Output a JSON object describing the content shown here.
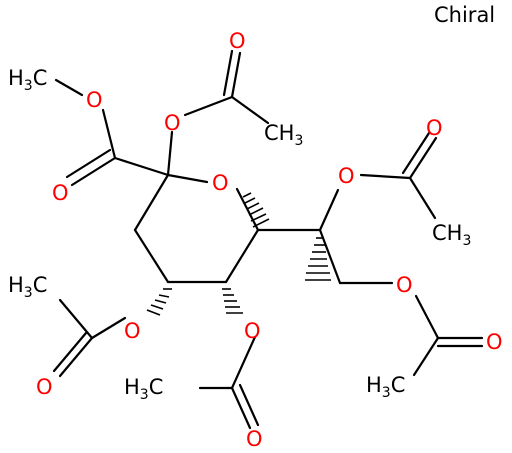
{
  "chiral_label": "Chiral",
  "atom_labels": {
    "ring_oxygen": "O",
    "ester_oxygen": "O",
    "carbonyl_oxygen": "O",
    "oac_c2_oxygen": "O",
    "oac_c2_carbonyl": "O",
    "oac_side1_oxygen": "O",
    "oac_side1_carbonyl": "O",
    "oac_side2_oxygen": "O",
    "oac_side2_carbonyl": "O",
    "oac_c4_oxygen": "O",
    "oac_c4_carbonyl": "O",
    "oac_c5_oxygen": "O",
    "oac_c5_carbonyl": "O"
  },
  "methyl_groups": {
    "methyl_ester": {
      "main": "H",
      "sub": "3",
      "tail": "C"
    },
    "acetyl_c2": {
      "main": "CH",
      "sub": "3"
    },
    "acetyl_side1": {
      "main": "CH",
      "sub": "3"
    },
    "acetyl_c4": {
      "main": "H",
      "sub": "3",
      "tail": "C"
    },
    "acetyl_c5": {
      "main": "H",
      "sub": "3",
      "tail": "C"
    },
    "acetyl_side2": {
      "main": "H",
      "sub": "3",
      "tail": "C"
    }
  },
  "colors": {
    "oxygen": "#ff0000",
    "carbon": "#000000",
    "bond": "#000000",
    "background": "#ffffff"
  }
}
